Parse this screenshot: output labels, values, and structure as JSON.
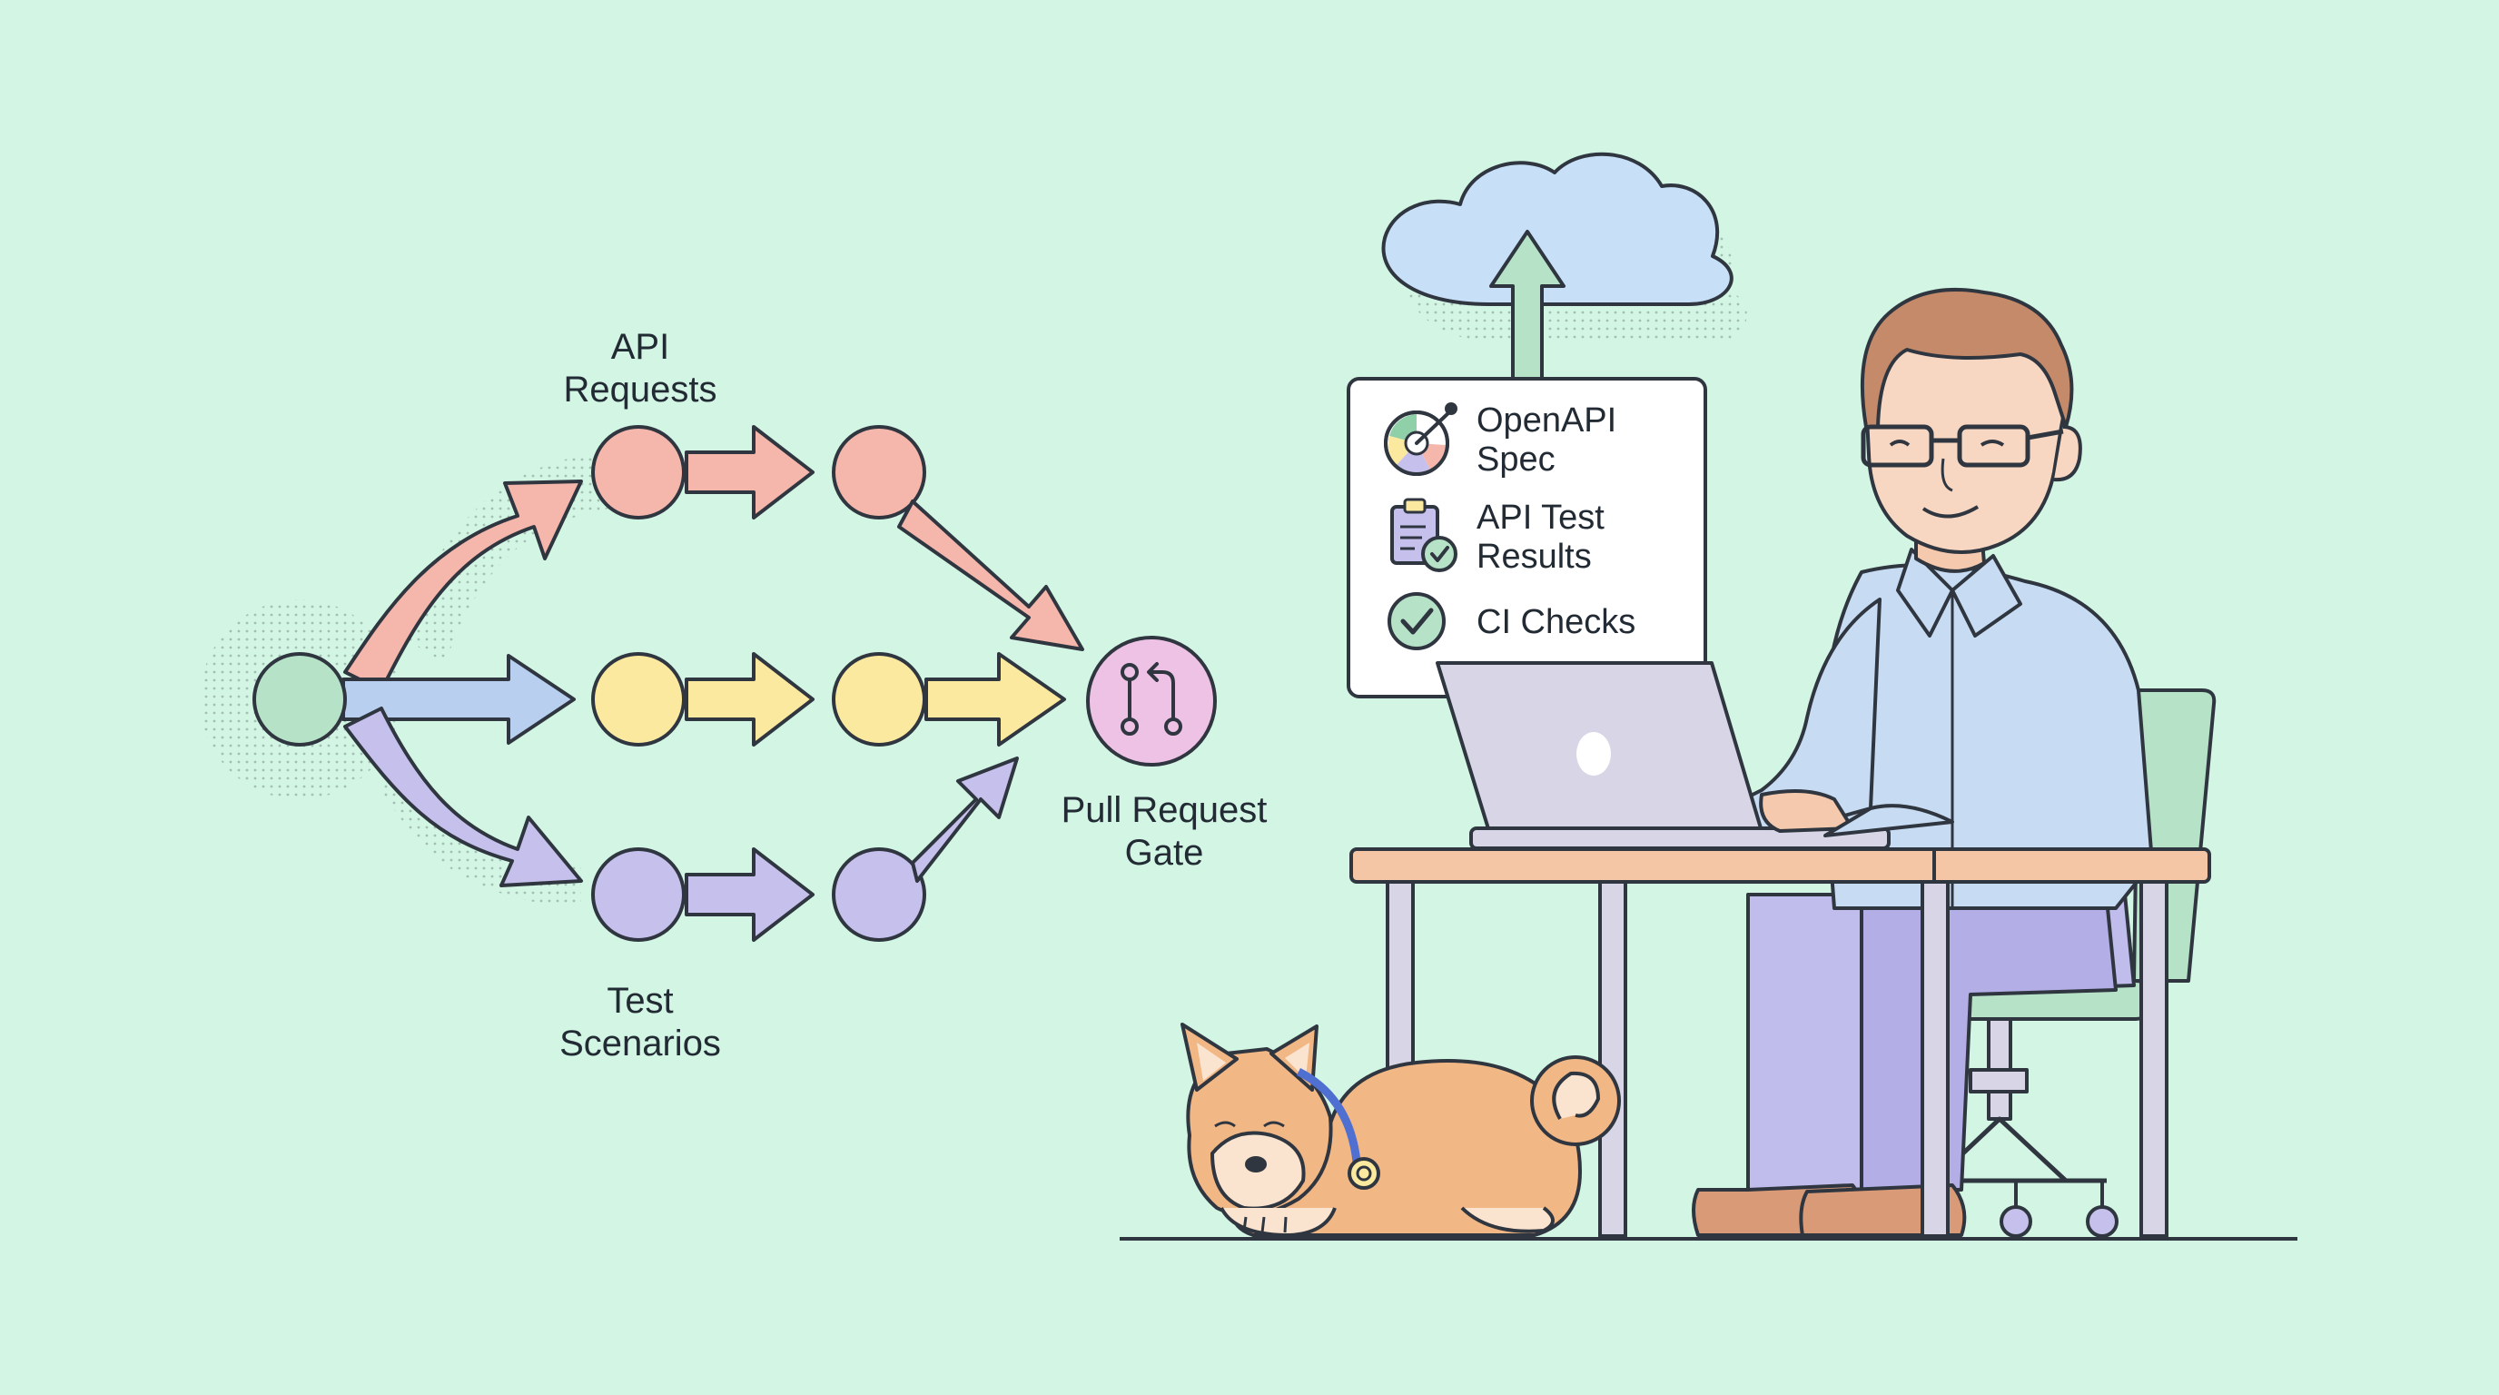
{
  "flow": {
    "label_top": [
      "API",
      "Requests"
    ],
    "label_bottom": [
      "Test",
      "Scenarios"
    ],
    "label_gate": [
      "Pull Request",
      "Gate"
    ],
    "gate_icon": "git-pull-request-icon"
  },
  "panel": {
    "items": [
      {
        "icon": "gauge-icon",
        "lines": [
          "OpenAPI",
          "Spec"
        ]
      },
      {
        "icon": "clipboard-check-icon",
        "lines": [
          "API Test",
          "Results"
        ]
      },
      {
        "icon": "check-circle-icon",
        "lines": [
          "CI Checks"
        ]
      }
    ]
  },
  "illustration": {
    "cloud_icon": "cloud-upload-icon",
    "laptop_icon": "laptop-icon",
    "person": "developer-at-desk",
    "dog": "sleeping-shiba-dog"
  },
  "colors": {
    "background": "#d2f5e4",
    "green": "#b6e3c7",
    "red": "#f5b7ab",
    "yellow": "#fbe9a0",
    "purple": "#c5c0ec",
    "gate": "#eec2e4",
    "outline": "#2f3640"
  }
}
